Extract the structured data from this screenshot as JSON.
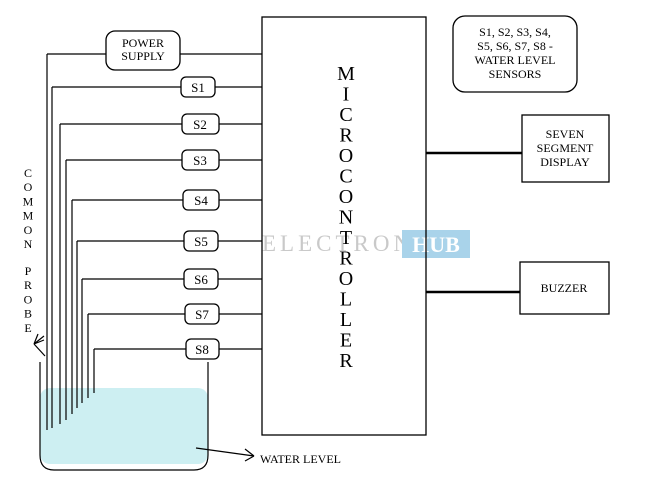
{
  "microcontroller": {
    "label": "MICROCONTROLLER"
  },
  "power_supply": {
    "line1": "POWER",
    "line2": "SUPPLY"
  },
  "sensors": [
    "S1",
    "S2",
    "S3",
    "S4",
    "S5",
    "S6",
    "S7",
    "S8"
  ],
  "legend": {
    "lines": [
      "S1, S2, S3, S4,",
      "S5, S6, S7, S8 -",
      "WATER LEVEL",
      "SENSORS"
    ]
  },
  "display": {
    "lines": [
      "SEVEN",
      "SEGMENT",
      "DISPLAY"
    ]
  },
  "buzzer": {
    "label": "BUZZER"
  },
  "common_probe": {
    "label": "COMMON PROBE"
  },
  "water_level": {
    "label": "WATER LEVEL"
  },
  "watermark": {
    "left": "ELECTRONICS",
    "right": "HUB"
  },
  "colors": {
    "water": "#cdeff2",
    "watermark": "#c9c9c9",
    "watermark_hub_bg": "#a9d3ea"
  }
}
